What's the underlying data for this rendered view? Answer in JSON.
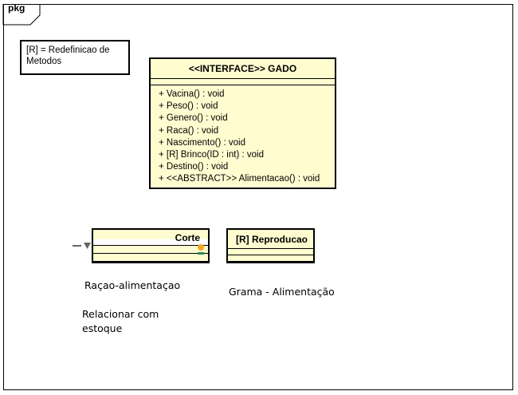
{
  "package": {
    "label": "pkg"
  },
  "note": {
    "lines": [
      "[R] = Redefinicao de",
      "Metodos"
    ]
  },
  "interface_class": {
    "title": "<<INTERFACE>> GADO",
    "operations": [
      "+ Vacina() : void",
      "+ Peso() : void",
      "+ Genero() : void",
      "+ Raca() : void",
      "+ Nascimento() : void",
      "+ [R] Brinco(ID : int) : void",
      "+ Destino() : void",
      "+ <<ABSTRACT>> Alimentacao() : void"
    ]
  },
  "corte_class": {
    "title": "Corte"
  },
  "reproducao_class": {
    "title": "[R] Reproducao"
  },
  "texts": {
    "racao": "Raçao-alimentaçao",
    "relacionar_1": "Relacionar com",
    "relacionar_2": "estoque",
    "grama": "Grama - Alimentação"
  },
  "colors": {
    "class_fill": "#fffdd0",
    "border": "#000000",
    "indicator_orange": "#f5a623",
    "indicator_green": "#2e8b57",
    "arrow_gray": "#666666"
  }
}
